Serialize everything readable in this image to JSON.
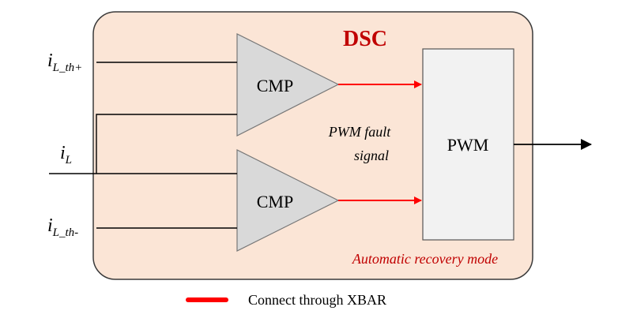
{
  "diagram": {
    "dsc_label": "DSC",
    "cmp_top_label": "CMP",
    "cmp_bottom_label": "CMP",
    "pwm_label": "PWM",
    "fault_line1": "PWM fault",
    "fault_line2": "signal",
    "mode_label": "Automatic recovery mode",
    "input_top": {
      "base": "i",
      "sub": "L_th+"
    },
    "input_mid": {
      "base": "i",
      "sub": "L"
    },
    "input_bottom": {
      "base": "i",
      "sub": "L_th-"
    }
  },
  "legend": {
    "label": "Connect through XBAR"
  },
  "colors": {
    "dsc_fill": "#fbe5d6",
    "dsc_text": "#c00000",
    "red_line": "#ff0000",
    "cmp_fill": "#d9d9d9",
    "pwm_fill": "#f2f2f2"
  }
}
